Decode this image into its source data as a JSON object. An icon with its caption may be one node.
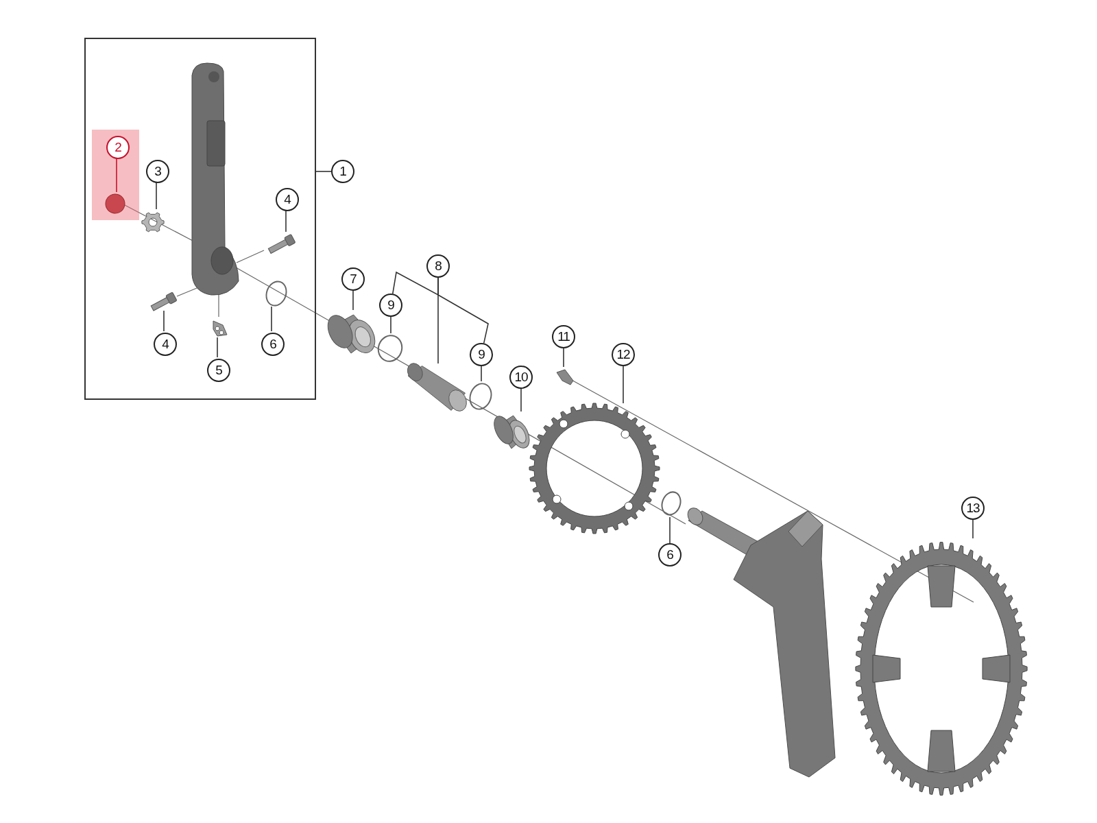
{
  "diagram": {
    "nodes": [
      {
        "text": [],
        "shape": "box"
      },
      {
        "text": [
          "1"
        ]
      },
      {
        "text": [
          "2"
        ],
        "in": 0
      },
      {
        "text": [],
        "shape": "circle",
        "in": 0
      },
      {
        "text": [
          "3"
        ],
        "in": 0
      },
      {
        "text": [],
        "shape": "picture",
        "in": 0
      },
      {
        "text": [
          "4"
        ],
        "in": 0
      },
      {
        "text": [],
        "shape": "bar",
        "in": 0
      },
      {
        "text": [],
        "shape": "bar",
        "in": 0
      },
      {
        "text": [
          "4"
        ],
        "in": 0
      },
      {
        "text": [],
        "shape": "picture",
        "in": 0
      },
      {
        "text": [
          "5"
        ],
        "in": 0
      },
      {
        "text": [],
        "shape": "circle",
        "in": 0
      },
      {
        "text": [
          "6"
        ],
        "in": 0
      },
      {
        "text": [
          "7"
        ]
      },
      {
        "text": [],
        "shape": "picture"
      },
      {
        "text": [
          "8"
        ]
      },
      {
        "text": [
          "9"
        ]
      },
      {
        "text": [],
        "shape": "circle"
      },
      {
        "text": [],
        "shape": "picture"
      },
      {
        "text": [
          "9"
        ]
      },
      {
        "text": [],
        "shape": "circle"
      },
      {
        "text": [
          "10"
        ]
      },
      {
        "text": [],
        "shape": "picture"
      },
      {
        "text": [
          "11"
        ]
      },
      {
        "text": [],
        "shape": "picture"
      },
      {
        "text": [
          "12"
        ]
      },
      {
        "text": [],
        "shape": "picture"
      },
      {
        "text": [],
        "shape": "circle"
      },
      {
        "text": [
          "6"
        ]
      },
      {
        "text": [
          "13"
        ]
      },
      {
        "text": [],
        "shape": "picture"
      }
    ],
    "edges": [
      {
        "from": 1,
        "to": 0,
        "arrow": "none"
      },
      {
        "from": 2,
        "to": 3,
        "arrow": "none",
        "color": "#c8102e"
      },
      {
        "from": 4,
        "to": 5,
        "arrow": "none"
      },
      {
        "from": 6,
        "to": 7,
        "arrow": "none"
      },
      {
        "from": 9,
        "to": 8,
        "arrow": "none"
      },
      {
        "from": 11,
        "to": 10,
        "arrow": "none"
      },
      {
        "from": 13,
        "to": 12,
        "arrow": "none"
      },
      {
        "from": 14,
        "to": 15,
        "arrow": "none"
      },
      {
        "from": 16,
        "to": 19,
        "arrow": "none"
      },
      {
        "from": 16,
        "to": 17,
        "arrow": "none"
      },
      {
        "from": 16,
        "to": 20,
        "arrow": "none"
      },
      {
        "from": 17,
        "to": 18,
        "arrow": "none"
      },
      {
        "from": 20,
        "to": 21,
        "arrow": "none"
      },
      {
        "from": 22,
        "to": 23,
        "arrow": "none"
      },
      {
        "from": 24,
        "to": 25,
        "arrow": "none"
      },
      {
        "from": 26,
        "to": 27,
        "arrow": "none"
      },
      {
        "from": 29,
        "to": 28,
        "arrow": "none"
      },
      {
        "from": 30,
        "to": 31,
        "arrow": "none"
      }
    ]
  }
}
